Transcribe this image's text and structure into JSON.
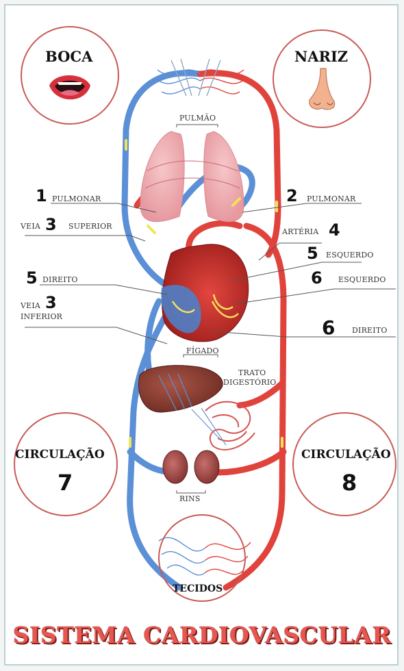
{
  "circles": {
    "boca": "BOCA",
    "nariz": "NARIZ",
    "circ_left": "CIRCULAÇÃO",
    "circ_left_num": "7",
    "circ_right": "CIRCULAÇÃO",
    "circ_right_num": "8"
  },
  "organs": {
    "pulmao": "PULMÃO",
    "figado": "FÍGADO",
    "trato": "TRATO",
    "digestorio": "DIGESTÓRIO",
    "rins": "RINS",
    "tecidos": "TECIDOS"
  },
  "labels": {
    "n1": "1",
    "t1": "PULMONAR",
    "n2": "2",
    "t2": "PULMONAR",
    "pre3a": "VEIA",
    "n3a": "3",
    "t3a": "SUPERIOR",
    "pre4": "ARTÉRIA",
    "n4": "4",
    "n5a": "5",
    "t5a": "ESQUERDO",
    "n5b": "5",
    "t5b": "DIREITO",
    "n6a": "6",
    "t6a": "ESQUERDO",
    "pre3b": "VEIA",
    "n3b": "3",
    "t3b": "INFERIOR",
    "n6b": "6",
    "t6b": "DIREITO"
  },
  "title": "SISTEMA CARDIOVASCULAR",
  "colors": {
    "vein": "#5b8fd6",
    "artery": "#e0433c",
    "circle_border": "#c85a55",
    "title": "#e7564f"
  }
}
